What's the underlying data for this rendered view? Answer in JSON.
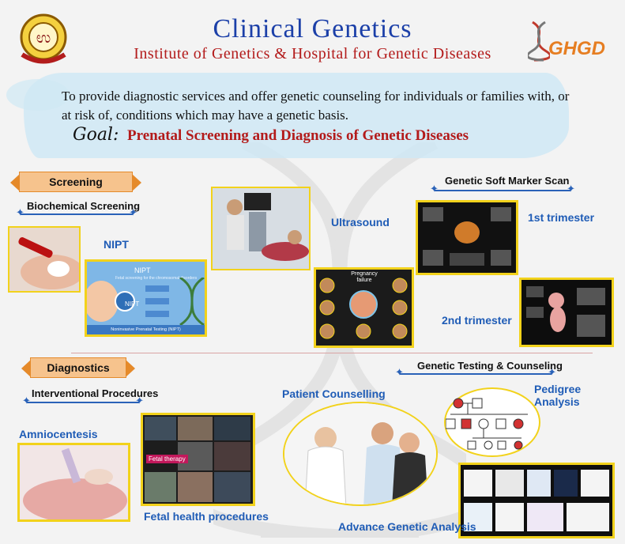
{
  "header": {
    "title": "Clinical  Genetics",
    "subtitle": "Institute  of  Genetics  &  Hospital  for  Genetic  Diseases",
    "logo_right_text": "GHGD",
    "mission": "To provide diagnostic services and offer genetic counseling for individuals or families with, or at risk of, conditions which may have a genetic basis.",
    "goal_label": "Goal:",
    "goal_text": "Prenatal Screening and Diagnosis of Genetic Diseases"
  },
  "screening": {
    "ribbon": "Screening",
    "biochemical": "Biochemical Screening",
    "nipt": "NIPT",
    "nipt_panel": {
      "title": "NIPT",
      "subtitle": "Fetal screening for the chromosomal disorders",
      "footer": "Noninvasive Prenatal Testing (NIPT)"
    },
    "ultrasound": "Ultrasound",
    "pregnancy_failure": "Pregnancy failure",
    "soft_marker": "Genetic Soft Marker Scan",
    "first_trimester": "1st trimester",
    "second_trimester": "2nd trimester"
  },
  "diagnostics": {
    "ribbon": "Diagnostics",
    "interventional": "Interventional  Procedures",
    "amniocentesis": "Amniocentesis",
    "fetal_health": "Fetal health procedures",
    "fetal_therapy": "Fetal therapy",
    "testing_counseling": "Genetic Testing & Counseling",
    "patient_counselling": "Patient Counselling",
    "pedigree": "Pedigree Analysis",
    "advance": "Advance Genetic Analysis"
  },
  "colors": {
    "title_blue": "#1b3fa8",
    "accent_red": "#b31b1b",
    "label_blue": "#1f5cb6",
    "ribbon_fill": "#f6c38d",
    "frame_yellow": "#f2d21b"
  }
}
